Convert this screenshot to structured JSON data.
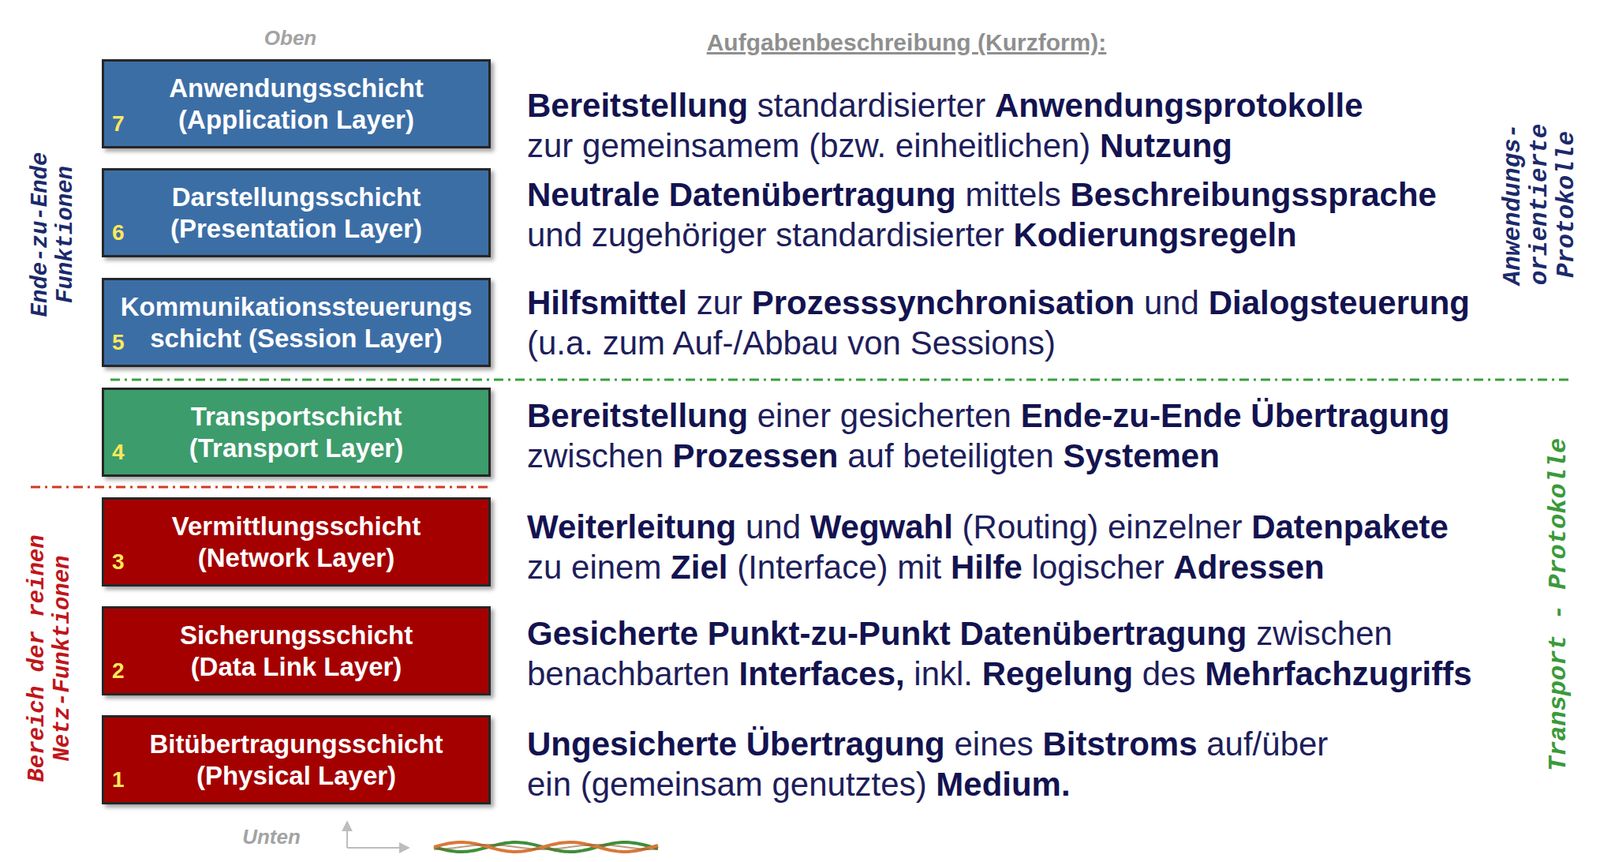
{
  "diagram": {
    "nodes": [
      {
        "text": [
          "Anwendungsschicht (Application Layer)",
          "7"
        ]
      },
      {
        "text": [
          "Darstellungsschicht (Presentation Layer)",
          "6"
        ]
      },
      {
        "text": [
          "Kommunikationssteuerungs schicht (Session Layer)",
          "5"
        ]
      },
      {
        "text": [
          "Transportschicht (Transport Layer)",
          "4"
        ]
      },
      {
        "text": [
          "Vermittlungsschicht (Network Layer)",
          "3"
        ]
      },
      {
        "text": [
          "Sicherungsschicht (Data Link Layer)",
          "2"
        ]
      },
      {
        "text": [
          "Bitübertragungsschicht (Physical Layer)",
          "1"
        ]
      }
    ],
    "labels": [
      "Oben",
      "Aufgabenbeschreibung (Kurzform):",
      "Ende-zu-Ende Funktionen",
      "Anwendungs- orientierte Protokolle",
      "Bereitstellung standardisierter Anwendungsprotokolle zur gemeinsamem (bzw. einheitlichen) Nutzung",
      "Neutrale Datenübertragung mittels Beschreibungssprache und zugehöriger standardisierter Kodierungsregeln",
      "Hilfsmittel zur Prozesssynchronisation und Dialogsteuerung (u.a. zum Auf-/Abbau von Sessions)",
      "Bereitstellung einer gesicherten Ende-zu-Ende Übertragung zwischen Prozessen auf beteiligten Systemen",
      "Weiterleitung und Wegwahl (Routing) einzelner Datenpakete zu einem Ziel (Interface) mit Hilfe logischer Adressen",
      "Gesicherte Punkt-zu-Punkt Datenübertragung zwischen benachbarten Interfaces, inkl. Regelung des Mehrfachzugriffs",
      "Ungesicherte Übertragung eines Bitstroms auf/über ein (gemeinsam genutztes) Medium.",
      "Transport - Protokolle",
      "Bereich der reinen Netz-Funktionen",
      "Unten"
    ]
  }
}
